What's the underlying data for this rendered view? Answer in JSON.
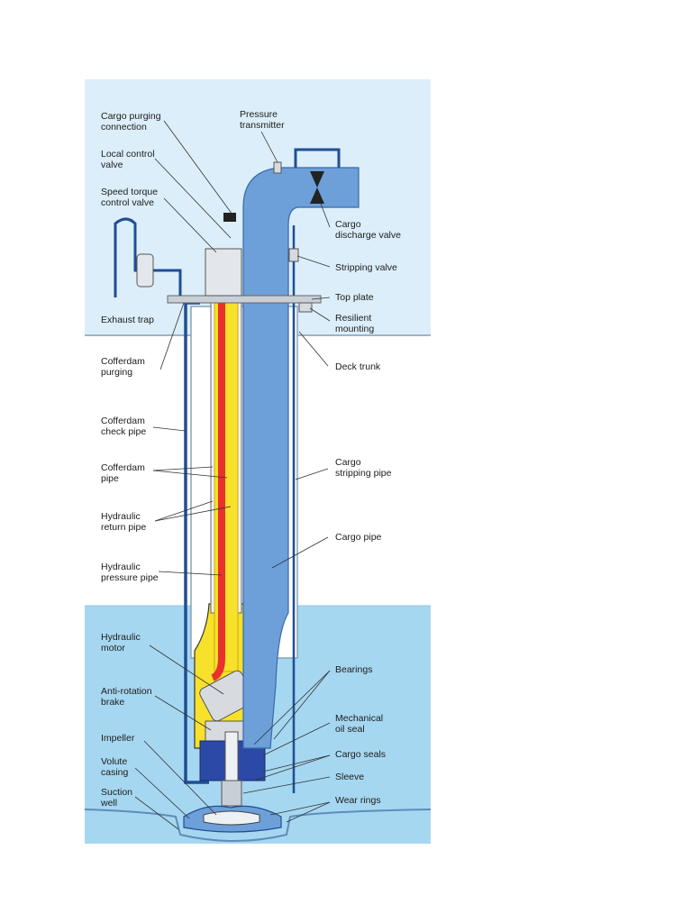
{
  "labels": {
    "cargo_purging_connection": [
      "Cargo purging",
      "connection"
    ],
    "local_control_valve": [
      "Local control",
      "valve"
    ],
    "speed_torque_control_valve": [
      "Speed torque",
      "control valve"
    ],
    "exhaust_trap": [
      "Exhaust trap"
    ],
    "cofferdam_purging": [
      "Cofferdam",
      "purging"
    ],
    "cofferdam_check_pipe": [
      "Cofferdam",
      "check pipe"
    ],
    "cofferdam_pipe": [
      "Cofferdam",
      "pipe"
    ],
    "hydraulic_return_pipe": [
      "Hydraulic",
      "return pipe"
    ],
    "hydraulic_pressure_pipe": [
      "Hydraulic",
      "pressure pipe"
    ],
    "hydraulic_motor": [
      "Hydraulic",
      "motor"
    ],
    "anti_rotation_brake": [
      "Anti-rotation",
      "brake"
    ],
    "impeller": [
      "Impeller"
    ],
    "volute_casing": [
      "Volute",
      "casing"
    ],
    "suction_well": [
      "Suction",
      "well"
    ],
    "pressure_transmitter": [
      "Pressure",
      "transmitter"
    ],
    "cargo_discharge_valve": [
      "Cargo",
      "discharge valve"
    ],
    "stripping_valve": [
      "Stripping valve"
    ],
    "top_plate": [
      "Top plate"
    ],
    "resilient_mounting": [
      "Resilient",
      "mounting"
    ],
    "deck_trunk": [
      "Deck trunk"
    ],
    "cargo_stripping_pipe": [
      "Cargo",
      "stripping pipe"
    ],
    "cargo_pipe": [
      "Cargo pipe"
    ],
    "bearings": [
      "Bearings"
    ],
    "mechanical_oil_seal": [
      "Mechanical",
      "oil seal"
    ],
    "cargo_seals": [
      "Cargo seals"
    ],
    "sleeve": [
      "Sleeve"
    ],
    "wear_rings": [
      "Wear rings"
    ]
  },
  "colors": {
    "sky": "#dceef9",
    "liquid": "#a6d7f1",
    "cargo_pipe": "#6d9fd9",
    "pipe_dark": "#1e4f93",
    "hydraulic_pressure": "#e8322b",
    "hydraulic_return_yellow": "#f7e12a",
    "motor_housing": "#c9cfd6",
    "seal_blue": "#2b49a6"
  }
}
